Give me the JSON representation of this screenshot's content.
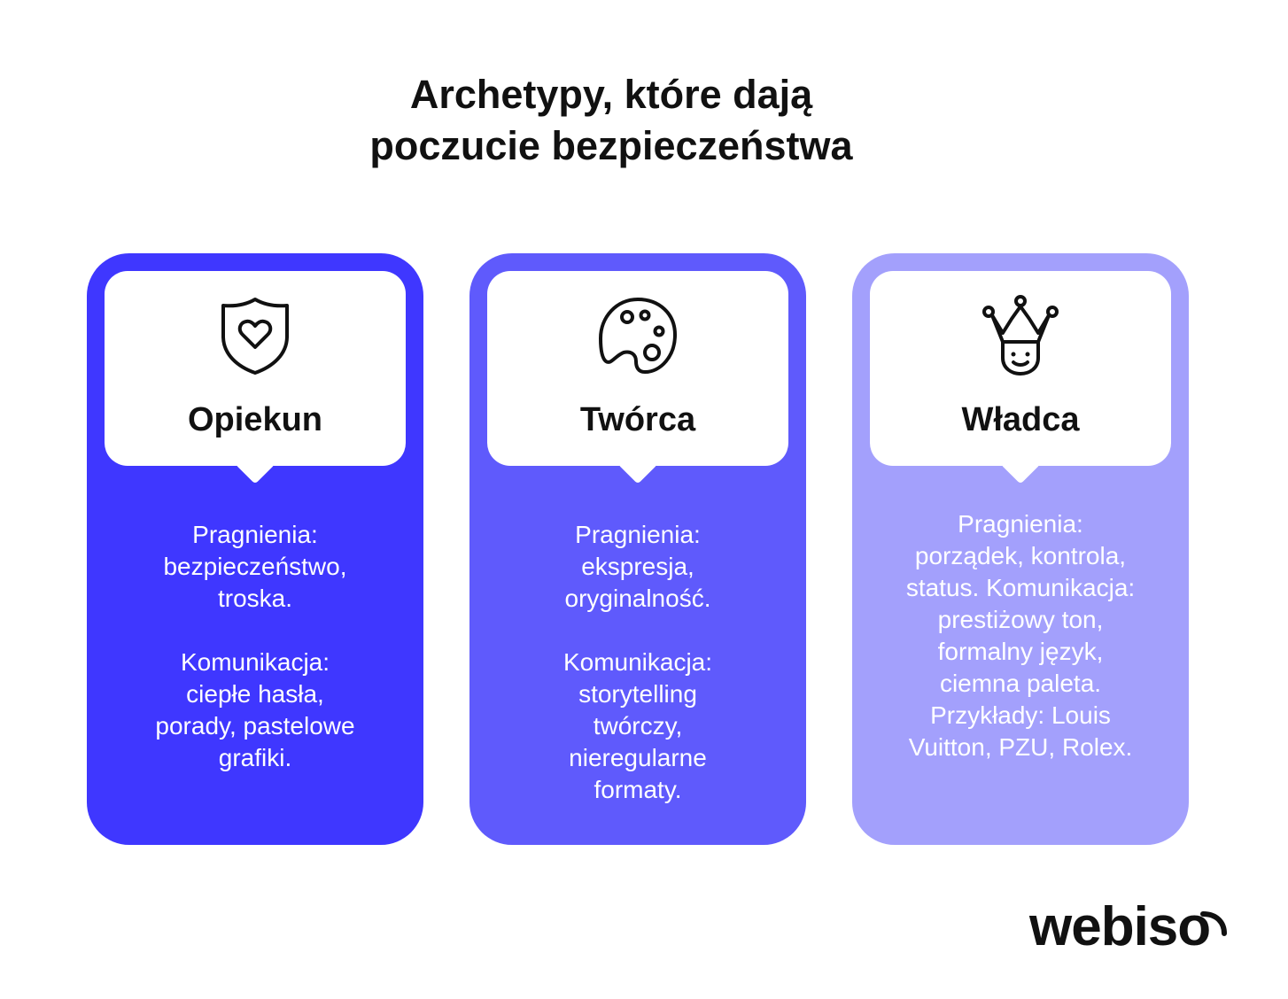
{
  "title": {
    "line1": "Archetypy, które dają",
    "line2": "poczucie bezpieczeństwa"
  },
  "cards": [
    {
      "name": "Opiekun",
      "icon": "shield-heart-icon",
      "color": "#3f37ff",
      "desires": "Pragnienia:\nbezpieczeństwo,\ntroska.",
      "communication": "Komunikacja:\nciepłe hasła,\nporady, pastelowe\ngrafiki."
    },
    {
      "name": "Twórca",
      "icon": "palette-icon",
      "color": "#5f5afc",
      "desires": "Pragnienia:\nekspresja,\noryginalność.",
      "communication": "Komunikacja:\nstorytelling\ntwórczy,\nnieregularne\nformaty."
    },
    {
      "name": "Władca",
      "icon": "crown-face-icon",
      "color": "#a3a0fc",
      "text": "Pragnienia:\nporządek, kontrola,\nstatus. Komunikacja:\nprestiżowy ton,\nformalny język,\nciemna paleta.\nPrzykłady: Louis\nVuitton, PZU, Rolex."
    }
  ],
  "logo": {
    "text": "webiso",
    "icon": "webiso-corner-mark-icon"
  }
}
